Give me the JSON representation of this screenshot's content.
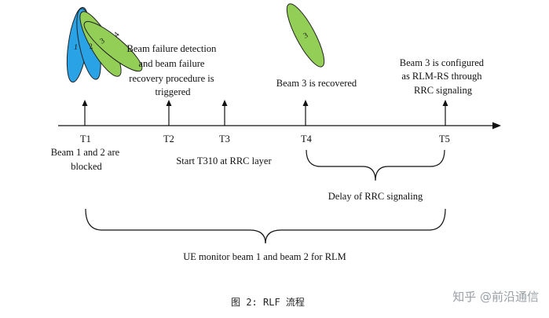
{
  "colors": {
    "beam_blue": "#29a3e6",
    "beam_green": "#93cf57",
    "line": "#111111",
    "caption": "#222222",
    "watermark": "#9aa0a6"
  },
  "beams": {
    "b1": "1",
    "b2": "2",
    "b3": "3",
    "b4": "4",
    "recovered": "3"
  },
  "events": {
    "t2_desc": [
      "Beam failure detection",
      "and beam failure",
      "recovery procedure is",
      "triggered"
    ],
    "t4_desc": "Beam 3 is recovered",
    "t5_desc": [
      "Beam 3 is configured",
      "as RLM-RS through",
      "RRC signaling"
    ]
  },
  "timeline": {
    "t1": "T1",
    "t2": "T2",
    "t3": "T3",
    "t4": "T4",
    "t5": "T5"
  },
  "below": {
    "t1_desc": [
      "Beam 1 and 2 are",
      "blocked"
    ],
    "t3_desc": "Start T310 at RRC layer",
    "delay": "Delay of RRC signaling",
    "monitor": "UE monitor beam 1 and beam 2 for RLM"
  },
  "caption": "图 2: RLF 流程",
  "watermark": "知乎 @前沿通信"
}
